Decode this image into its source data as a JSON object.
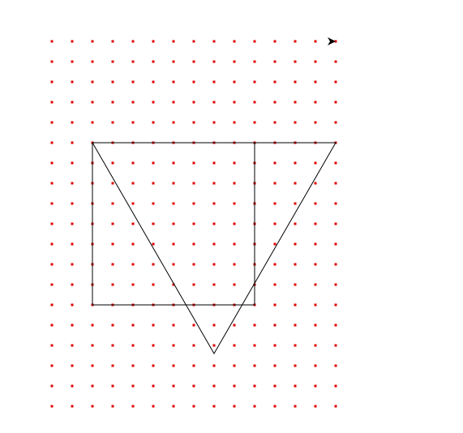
{
  "grid": {
    "columns": 15,
    "rows": 19,
    "dot_color": "#e00000"
  },
  "shapes": {
    "stroke_color": "#000000",
    "square": {
      "name": "square",
      "vertices": [
        [
          2,
          5
        ],
        [
          10,
          5
        ],
        [
          10,
          13
        ],
        [
          2,
          13
        ]
      ]
    },
    "triangle": {
      "name": "triangle",
      "vertices": [
        [
          2,
          5
        ],
        [
          14,
          5
        ],
        [
          8,
          15.4
        ]
      ]
    }
  },
  "turtle": {
    "icon": "arrowhead-cursor-icon",
    "color": "#000000",
    "heading": "east",
    "position": [
      14,
      0
    ]
  }
}
